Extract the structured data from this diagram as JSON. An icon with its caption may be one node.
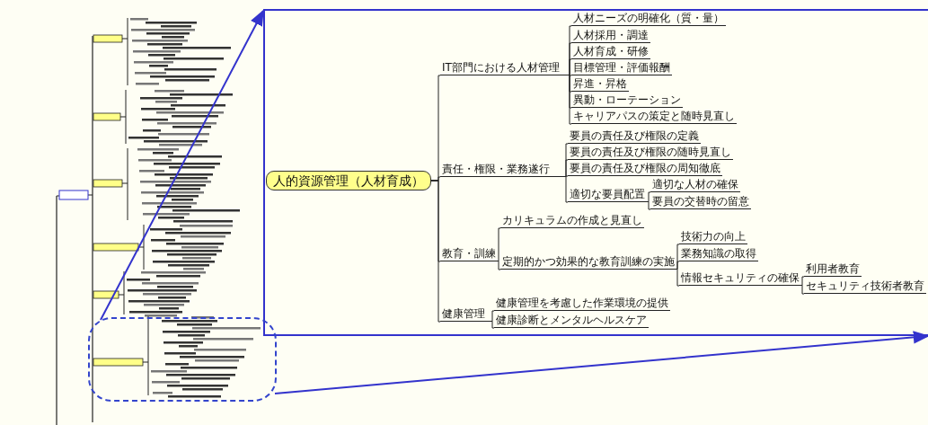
{
  "diagram": {
    "nodes": [
      {
        "text": [],
        "shape": "box"
      },
      {
        "text": [],
        "shape": "box"
      },
      {
        "text": [
          "人的資源管理（人材育成）"
        ],
        "in": 1
      },
      {
        "text": [
          "IT部門における人材管理"
        ],
        "in": 1
      },
      {
        "text": [
          "人材ニーズの明確化（質・量）"
        ],
        "in": 1
      },
      {
        "text": [
          "人材採用・調達"
        ],
        "in": 1
      },
      {
        "text": [
          "人材育成・研修"
        ],
        "in": 1
      },
      {
        "text": [
          "目標管理・評価報酬"
        ],
        "in": 1
      },
      {
        "text": [
          "昇進・昇格"
        ],
        "in": 1
      },
      {
        "text": [
          "異動・ローテーション"
        ],
        "in": 1
      },
      {
        "text": [
          "キャリアパスの策定と随時見直し"
        ],
        "in": 1
      },
      {
        "text": [
          "責任・権限・業務遂行"
        ],
        "in": 1
      },
      {
        "text": [
          "要員の責任及び権限の定義"
        ],
        "in": 1
      },
      {
        "text": [
          "要員の責任及び権限の随時見直し"
        ],
        "in": 1
      },
      {
        "text": [
          "要員の責任及び権限の周知徹底"
        ],
        "in": 1
      },
      {
        "text": [
          "適切な要員配置"
        ],
        "in": 1
      },
      {
        "text": [
          "適切な人材の確保"
        ],
        "in": 1
      },
      {
        "text": [
          "要員の交替時の留意"
        ],
        "in": 1
      },
      {
        "text": [
          "教育・訓練"
        ],
        "in": 1
      },
      {
        "text": [
          "カリキュラムの作成と見直し"
        ],
        "in": 1
      },
      {
        "text": [
          "定期的かつ効果的な教育訓練の実施"
        ],
        "in": 1
      },
      {
        "text": [
          "技術力の向上"
        ],
        "in": 1
      },
      {
        "text": [
          "業務知識の取得"
        ],
        "in": 1
      },
      {
        "text": [
          "情報セキュリティの確保"
        ],
        "in": 1
      },
      {
        "text": [
          "利用者教育"
        ],
        "in": 1
      },
      {
        "text": [
          "セキュリティ技術者教育"
        ],
        "in": 1
      },
      {
        "text": [
          "健康管理"
        ],
        "in": 1
      },
      {
        "text": [
          "健康管理を考慮した作業環境の提供"
        ],
        "in": 1
      },
      {
        "text": [
          "健康診断とメンタルヘルスケア"
        ],
        "in": 1
      }
    ],
    "edges": [
      {
        "from": 0,
        "to": 1,
        "arrow": "to",
        "color": "#3333cc"
      },
      {
        "from": 0,
        "to": 1,
        "arrow": "to",
        "color": "#3333cc"
      },
      {
        "from": 2,
        "to": 3,
        "arrow": "none"
      },
      {
        "from": 2,
        "to": 11,
        "arrow": "none"
      },
      {
        "from": 2,
        "to": 18,
        "arrow": "none"
      },
      {
        "from": 2,
        "to": 26,
        "arrow": "none"
      },
      {
        "from": 3,
        "to": 4,
        "arrow": "none"
      },
      {
        "from": 3,
        "to": 5,
        "arrow": "none"
      },
      {
        "from": 3,
        "to": 6,
        "arrow": "none"
      },
      {
        "from": 3,
        "to": 7,
        "arrow": "none"
      },
      {
        "from": 3,
        "to": 8,
        "arrow": "none"
      },
      {
        "from": 3,
        "to": 9,
        "arrow": "none"
      },
      {
        "from": 3,
        "to": 10,
        "arrow": "none"
      },
      {
        "from": 11,
        "to": 12,
        "arrow": "none"
      },
      {
        "from": 11,
        "to": 13,
        "arrow": "none"
      },
      {
        "from": 11,
        "to": 14,
        "arrow": "none"
      },
      {
        "from": 11,
        "to": 15,
        "arrow": "none"
      },
      {
        "from": 15,
        "to": 16,
        "arrow": "none"
      },
      {
        "from": 15,
        "to": 17,
        "arrow": "none"
      },
      {
        "from": 18,
        "to": 19,
        "arrow": "none"
      },
      {
        "from": 18,
        "to": 20,
        "arrow": "none"
      },
      {
        "from": 20,
        "to": 21,
        "arrow": "none"
      },
      {
        "from": 20,
        "to": 22,
        "arrow": "none"
      },
      {
        "from": 20,
        "to": 23,
        "arrow": "none"
      },
      {
        "from": 23,
        "to": 24,
        "arrow": "none"
      },
      {
        "from": 23,
        "to": 25,
        "arrow": "none"
      },
      {
        "from": 26,
        "to": 27,
        "arrow": "none"
      },
      {
        "from": 26,
        "to": 28,
        "arrow": "none"
      }
    ]
  }
}
